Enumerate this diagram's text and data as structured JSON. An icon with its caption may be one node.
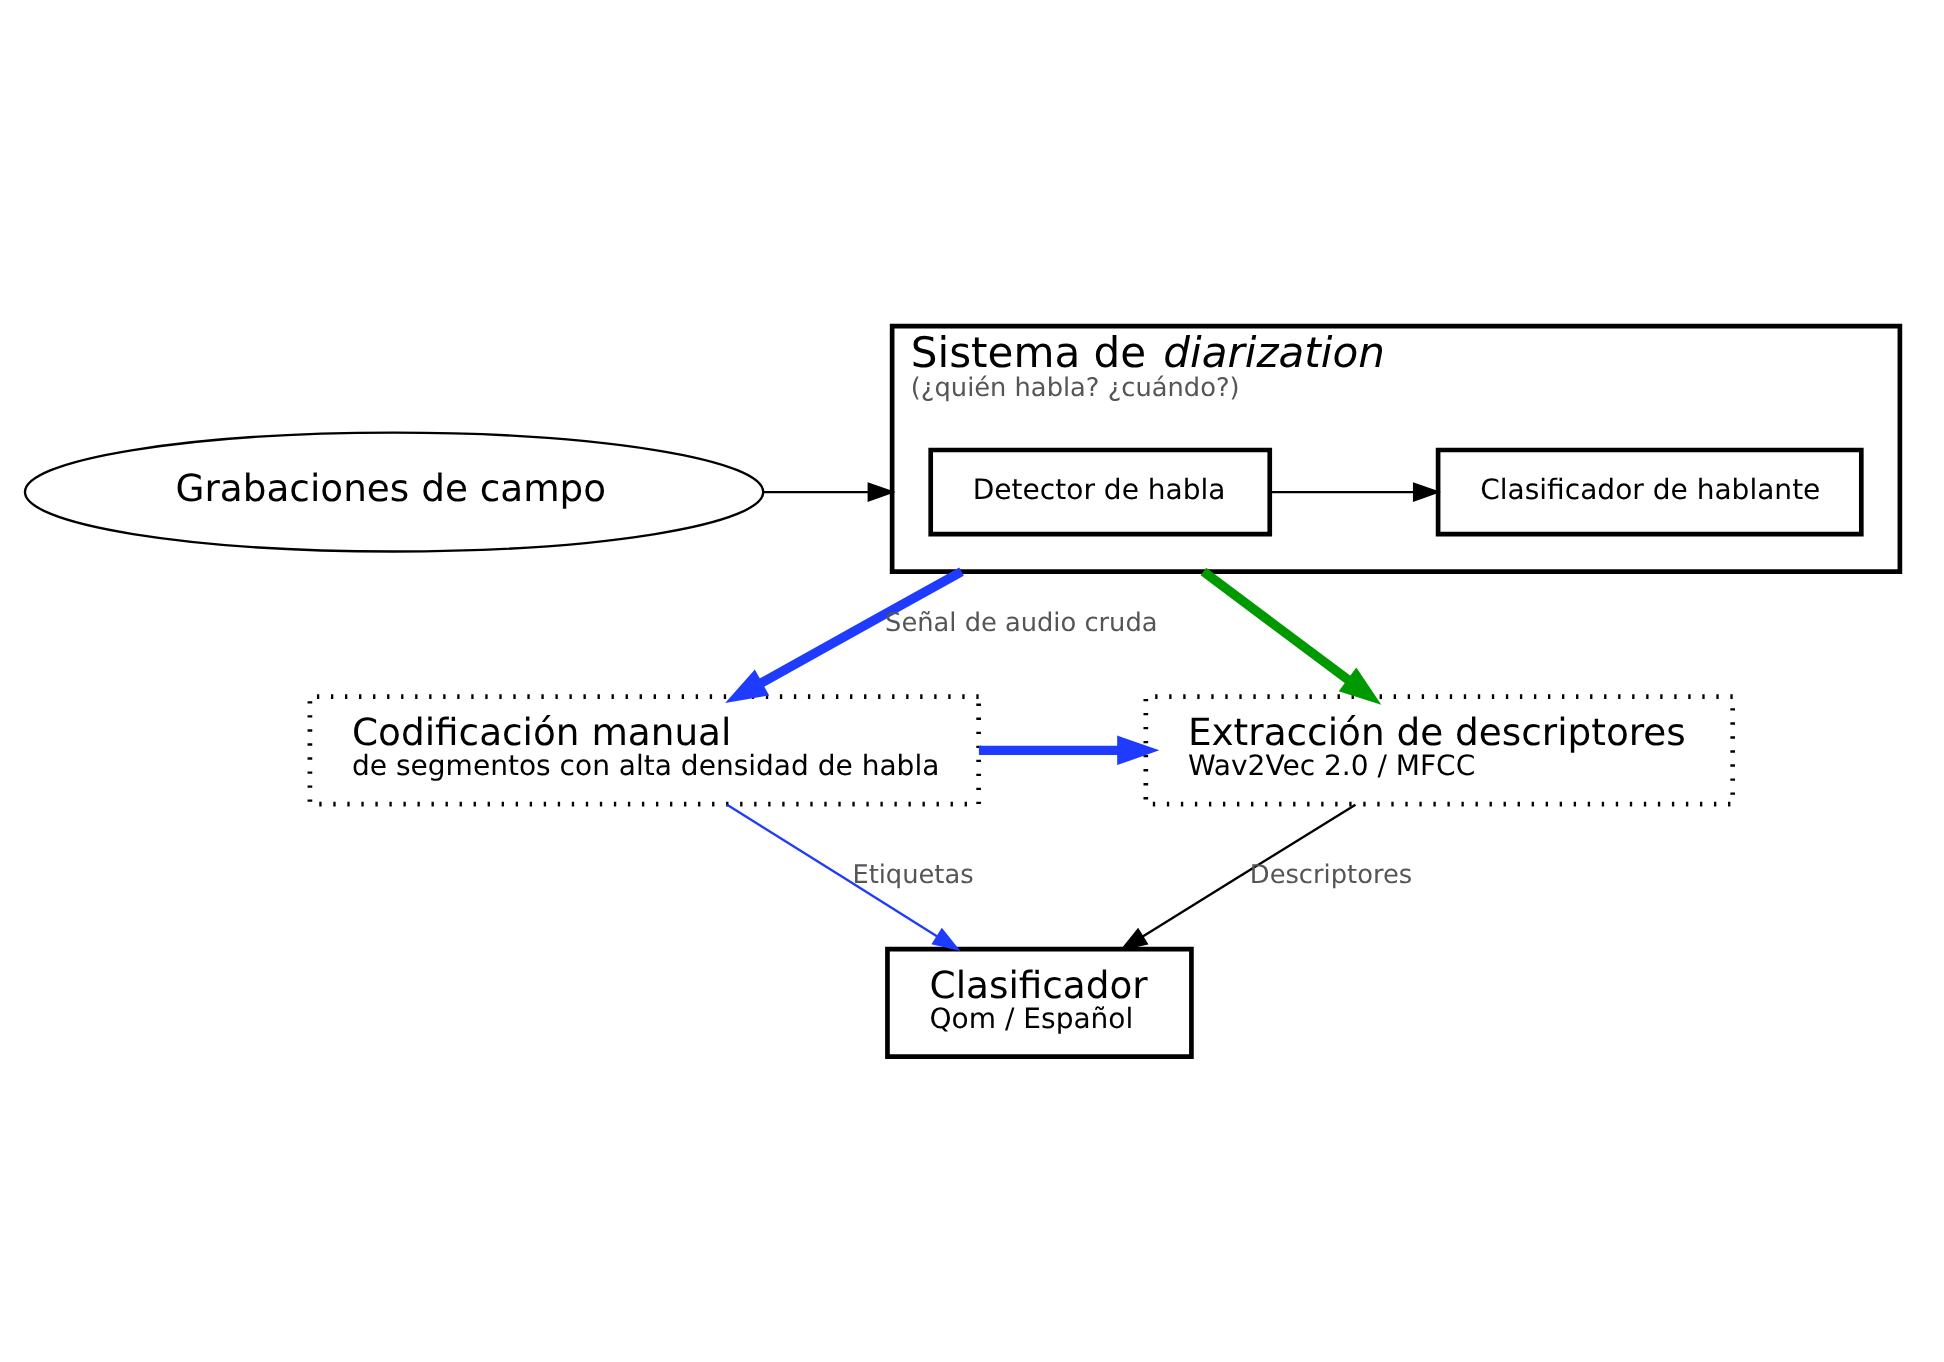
{
  "diagram": {
    "nodes": [
      {
        "text": [
          "Grabaciones de campo"
        ]
      },
      {
        "text": [
          "Sistema de *diarization*",
          "(¿quién habla? ¿cuándo?)"
        ]
      },
      {
        "text": [
          "Detector de habla"
        ],
        "in": 1
      },
      {
        "text": [
          "Clasificador de hablante"
        ],
        "in": 1
      },
      {
        "text": [
          "Codificación manual",
          "de segmentos con alta densidad de habla"
        ]
      },
      {
        "text": [
          "Extracción de descriptores",
          "Wav2Vec 2.0 / MFCC"
        ]
      },
      {
        "text": [
          "Clasificador",
          "Qom / Español"
        ]
      }
    ],
    "edges": [
      {
        "from": 0,
        "to": 1,
        "arrow": "to"
      },
      {
        "from": 2,
        "to": 3,
        "arrow": "to"
      },
      {
        "from": 1,
        "to": 4,
        "arrow": "to",
        "label": "Señal de audio cruda",
        "style": "thick",
        "color": "#1f3bff"
      },
      {
        "from": 1,
        "to": 5,
        "arrow": "to",
        "style": "thick",
        "color": "#009900"
      },
      {
        "from": 4,
        "to": 5,
        "arrow": "to",
        "style": "thick",
        "color": "#1f3bff"
      },
      {
        "from": 4,
        "to": 6,
        "arrow": "to",
        "label": "Etiquetas",
        "color": "#1f3bff"
      },
      {
        "from": 5,
        "to": 6,
        "arrow": "to",
        "label": "Descriptores"
      }
    ]
  }
}
